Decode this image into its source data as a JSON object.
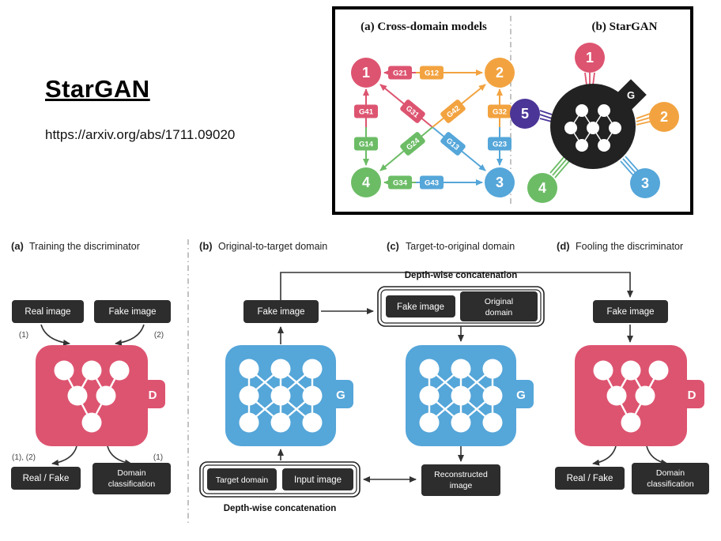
{
  "slide": {
    "title": "StarGAN",
    "url": "https://arxiv.org/abs/1711.09020"
  },
  "colors": {
    "pink": "#dd5470",
    "orange": "#f2a340",
    "blue": "#55a6d9",
    "green": "#6cbc66",
    "purple": "#4b3597",
    "dark_box": "#2d2d2d"
  },
  "top_figure": {
    "panel_a_title": "(a) Cross-domain models",
    "panel_b_title": "(b) StarGAN",
    "a_nodes": [
      "1",
      "2",
      "3",
      "4"
    ],
    "b_nodes": [
      "1",
      "2",
      "3",
      "4",
      "5"
    ],
    "star_generator": "G",
    "generators": {
      "g21": "G21",
      "g12": "G12",
      "g41": "G41",
      "g14": "G14",
      "g31": "G31",
      "g42": "G42",
      "g24": "G24",
      "g13": "G13",
      "g32": "G32",
      "g23": "G23",
      "g34": "G34",
      "g43": "G43"
    }
  },
  "bottom_figure": {
    "panel_a": {
      "tag": "(a)",
      "title": "Training the discriminator",
      "real_image": "Real image",
      "fake_image": "Fake image",
      "ann_left": "(1)",
      "ann_right": "(2)",
      "ann_bottom_left": "(1), (2)",
      "ann_bottom_right": "(1)",
      "net_label": "D",
      "real_fake": "Real / Fake",
      "domain_line1": "Domain",
      "domain_line2": "classification"
    },
    "panel_b": {
      "tag": "(b)",
      "title": "Original-to-target domain",
      "fake_image": "Fake image",
      "net_label": "G",
      "target_domain": "Target domain",
      "input_image": "Input image",
      "concat_label": "Depth-wise concatenation"
    },
    "panel_c": {
      "tag": "(c)",
      "title": "Target-to-original domain",
      "concat_label": "Depth-wise concatenation",
      "fake_image": "Fake image",
      "original_line1": "Original",
      "original_line2": "domain",
      "net_label": "G",
      "recon_line1": "Reconstructed",
      "recon_line2": "image"
    },
    "panel_d": {
      "tag": "(d)",
      "title": "Fooling the discriminator",
      "fake_image": "Fake image",
      "net_label": "D",
      "real_fake": "Real / Fake",
      "domain_line1": "Domain",
      "domain_line2": "classification"
    }
  }
}
